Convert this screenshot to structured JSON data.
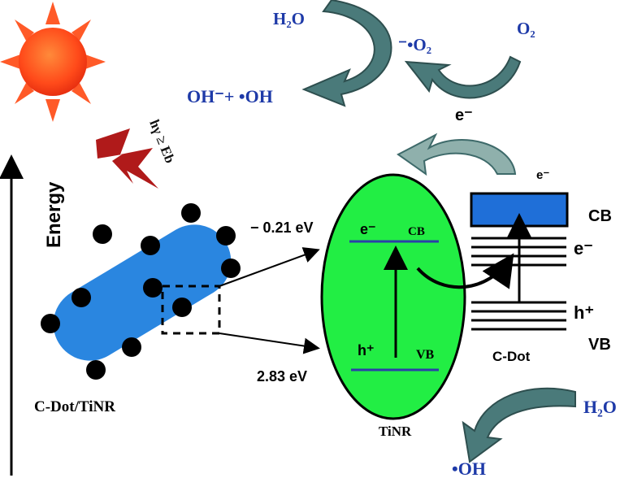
{
  "labels": {
    "h2o_top": "H₂O",
    "o2_top": "O₂",
    "superoxide": "⁻•O₂",
    "oh_products": "OH⁻+ •OH",
    "e_transfer": "e⁻",
    "e_cdot_cb": "e⁻",
    "photon": "hγ ≥ Eb",
    "energy_axis": "Energy",
    "cb_potential": "− 0.21 eV",
    "vb_potential": "2.83 eV",
    "tinr_e": "e⁻",
    "tinr_cb": "CB",
    "tinr_h": "h⁺",
    "tinr_vb": "VB",
    "tinr_name": "TiNR",
    "cdot_cb": "CB",
    "cdot_e": "e⁻",
    "cdot_h": "h⁺",
    "cdot_vb": "VB",
    "cdot_name": "C-Dot",
    "composite_name": "C-Dot/TiNR",
    "h2o_bottom": "H₂O",
    "oh_bottom": "•OH"
  },
  "colors": {
    "sun_core": "#ff4a1a",
    "sun_rays": "#ff5a28",
    "nanorod": "#2a86e0",
    "tinr_fill": "#22ee44",
    "cdot_cb_fill": "#1f6fd8",
    "band_line": "#2b3fa8",
    "curved_arrow": "#4a7a7a",
    "blue_text": "#1e3aa8",
    "lightning": "#b01a1a"
  }
}
